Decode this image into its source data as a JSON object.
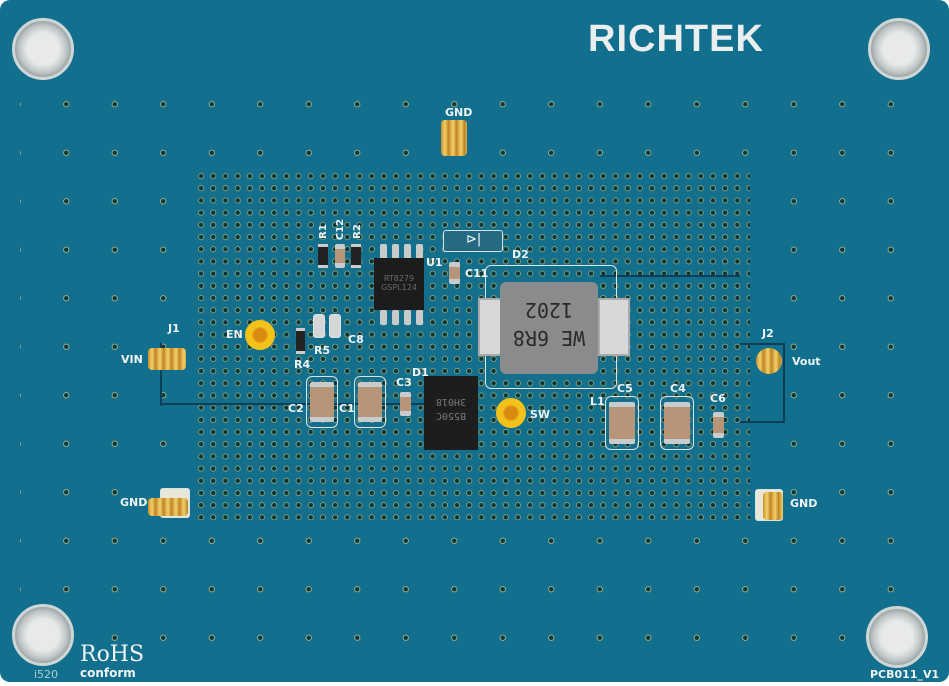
{
  "board": {
    "brand": "RICHTEK",
    "rohs": "RoHS",
    "conform": "conform",
    "code": "i520",
    "pcb_version": "PCB011_V1",
    "color": "#136f8e"
  },
  "labels": {
    "gnd_top": "GND",
    "gnd_left": "GND",
    "gnd_right": "GND",
    "j1": "J1",
    "vin": "VIN",
    "j2": "J2",
    "vout": "Vout",
    "en": "EN",
    "sw": "SW",
    "r1": "R1",
    "c12": "C12",
    "r2": "R2",
    "u1": "U1",
    "d2": "D2",
    "c11": "C11",
    "r4": "R4",
    "r5": "R5",
    "c8": "C8",
    "c2": "C2",
    "c1": "C1",
    "c3": "C3",
    "d1": "D1",
    "l1": "L1",
    "c5": "C5",
    "c4": "C4",
    "c6": "C6"
  },
  "parts": {
    "u1_marking": "RT8279 GSPL124",
    "d1_marking_1": "3H018",
    "d1_marking_2": "B550C",
    "inductor_marking_1": "1202",
    "inductor_marking_2": "WE 6R8"
  }
}
